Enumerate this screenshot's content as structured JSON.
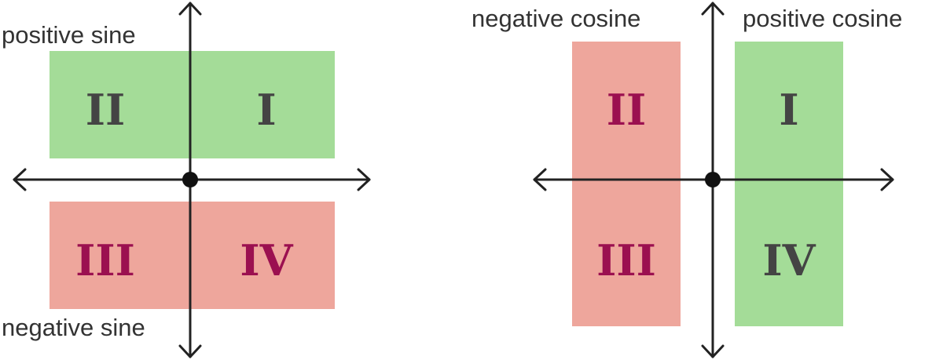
{
  "colors": {
    "positive_fill": "#a4dc98",
    "negative_fill": "#eea69c",
    "positive_text": "#444444",
    "negative_text": "#9b1050",
    "axis": "#222222",
    "label_text": "#333333"
  },
  "sine_diagram": {
    "top_label": "positive sine",
    "bottom_label": "negative sine",
    "quadrants": {
      "q1": "I",
      "q2": "II",
      "q3": "III",
      "q4": "IV"
    }
  },
  "cosine_diagram": {
    "left_label": "negative cosine",
    "right_label": "positive cosine",
    "quadrants": {
      "q1": "I",
      "q2": "II",
      "q3": "III",
      "q4": "IV"
    }
  }
}
